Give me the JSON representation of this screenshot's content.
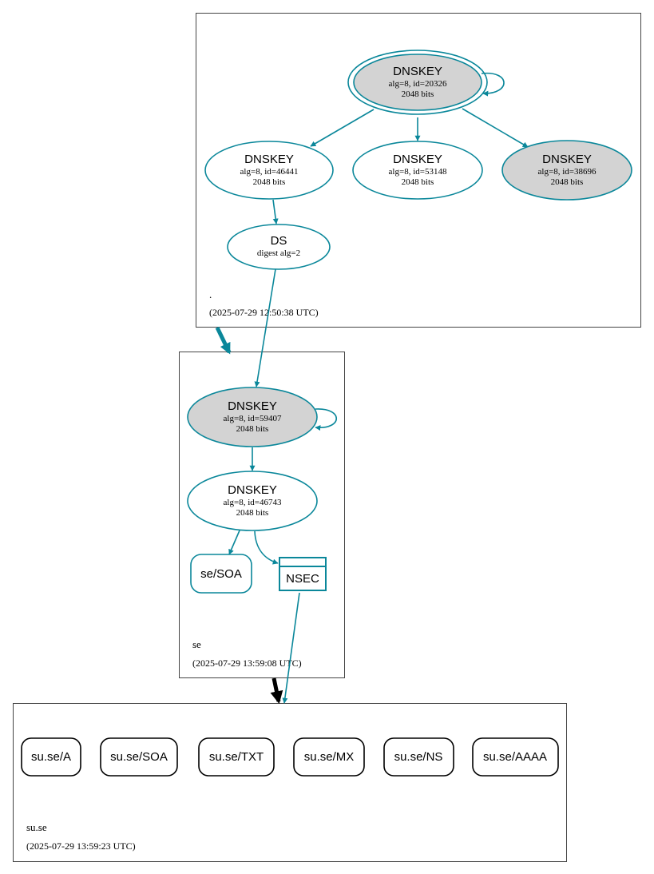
{
  "zones": {
    "root": {
      "name": ".",
      "timestamp": "(2025-07-29 12:50:38 UTC)"
    },
    "se": {
      "name": "se",
      "timestamp": "(2025-07-29 13:59:08 UTC)"
    },
    "suse": {
      "name": "su.se",
      "timestamp": "(2025-07-29 13:59:23 UTC)"
    }
  },
  "nodes": {
    "root_ksk": {
      "title": "DNSKEY",
      "line1": "alg=8, id=20326",
      "line2": "2048 bits"
    },
    "root_zsk1": {
      "title": "DNSKEY",
      "line1": "alg=8, id=46441",
      "line2": "2048 bits"
    },
    "root_zsk2": {
      "title": "DNSKEY",
      "line1": "alg=8, id=53148",
      "line2": "2048 bits"
    },
    "root_ksk2": {
      "title": "DNSKEY",
      "line1": "alg=8, id=38696",
      "line2": "2048 bits"
    },
    "se_ds": {
      "title": "DS",
      "line1": "digest alg=2"
    },
    "se_ksk": {
      "title": "DNSKEY",
      "line1": "alg=8, id=59407",
      "line2": "2048 bits"
    },
    "se_zsk": {
      "title": "DNSKEY",
      "line1": "alg=8, id=46743",
      "line2": "2048 bits"
    },
    "se_soa": {
      "label": "se/SOA"
    },
    "se_nsec": {
      "label": "NSEC"
    }
  },
  "records": [
    "su.se/A",
    "su.se/SOA",
    "su.se/TXT",
    "su.se/MX",
    "su.se/NS",
    "su.se/AAAA"
  ],
  "colors": {
    "edge": "#0a879a",
    "secure_fill": "#d3d3d3",
    "box": "#444444",
    "delegation_insecure": "#000000"
  }
}
